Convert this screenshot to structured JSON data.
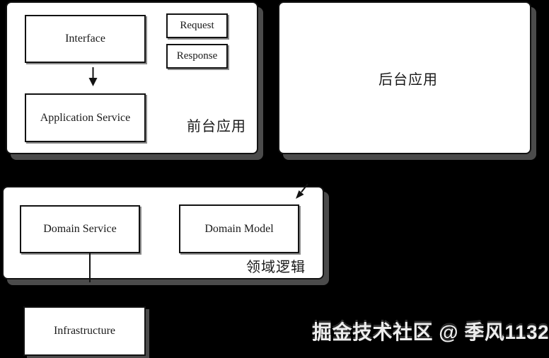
{
  "diagram": {
    "frontend": {
      "label": "前台应用",
      "interface": "Interface",
      "application_service": "Application Service",
      "request": "Request",
      "response": "Response"
    },
    "backend": {
      "label": "后台应用"
    },
    "domain": {
      "label": "领域逻辑",
      "domain_service": "Domain Service",
      "domain_model": "Domain Model"
    },
    "infrastructure": {
      "label": "Infrastructure"
    }
  },
  "watermark": "掘金技术社区 @ 季风1132",
  "colors": {
    "background": "#000000",
    "panel": "#ffffff",
    "line": "#121212",
    "text": "#1a1a1a",
    "watermark": "#ededed"
  }
}
